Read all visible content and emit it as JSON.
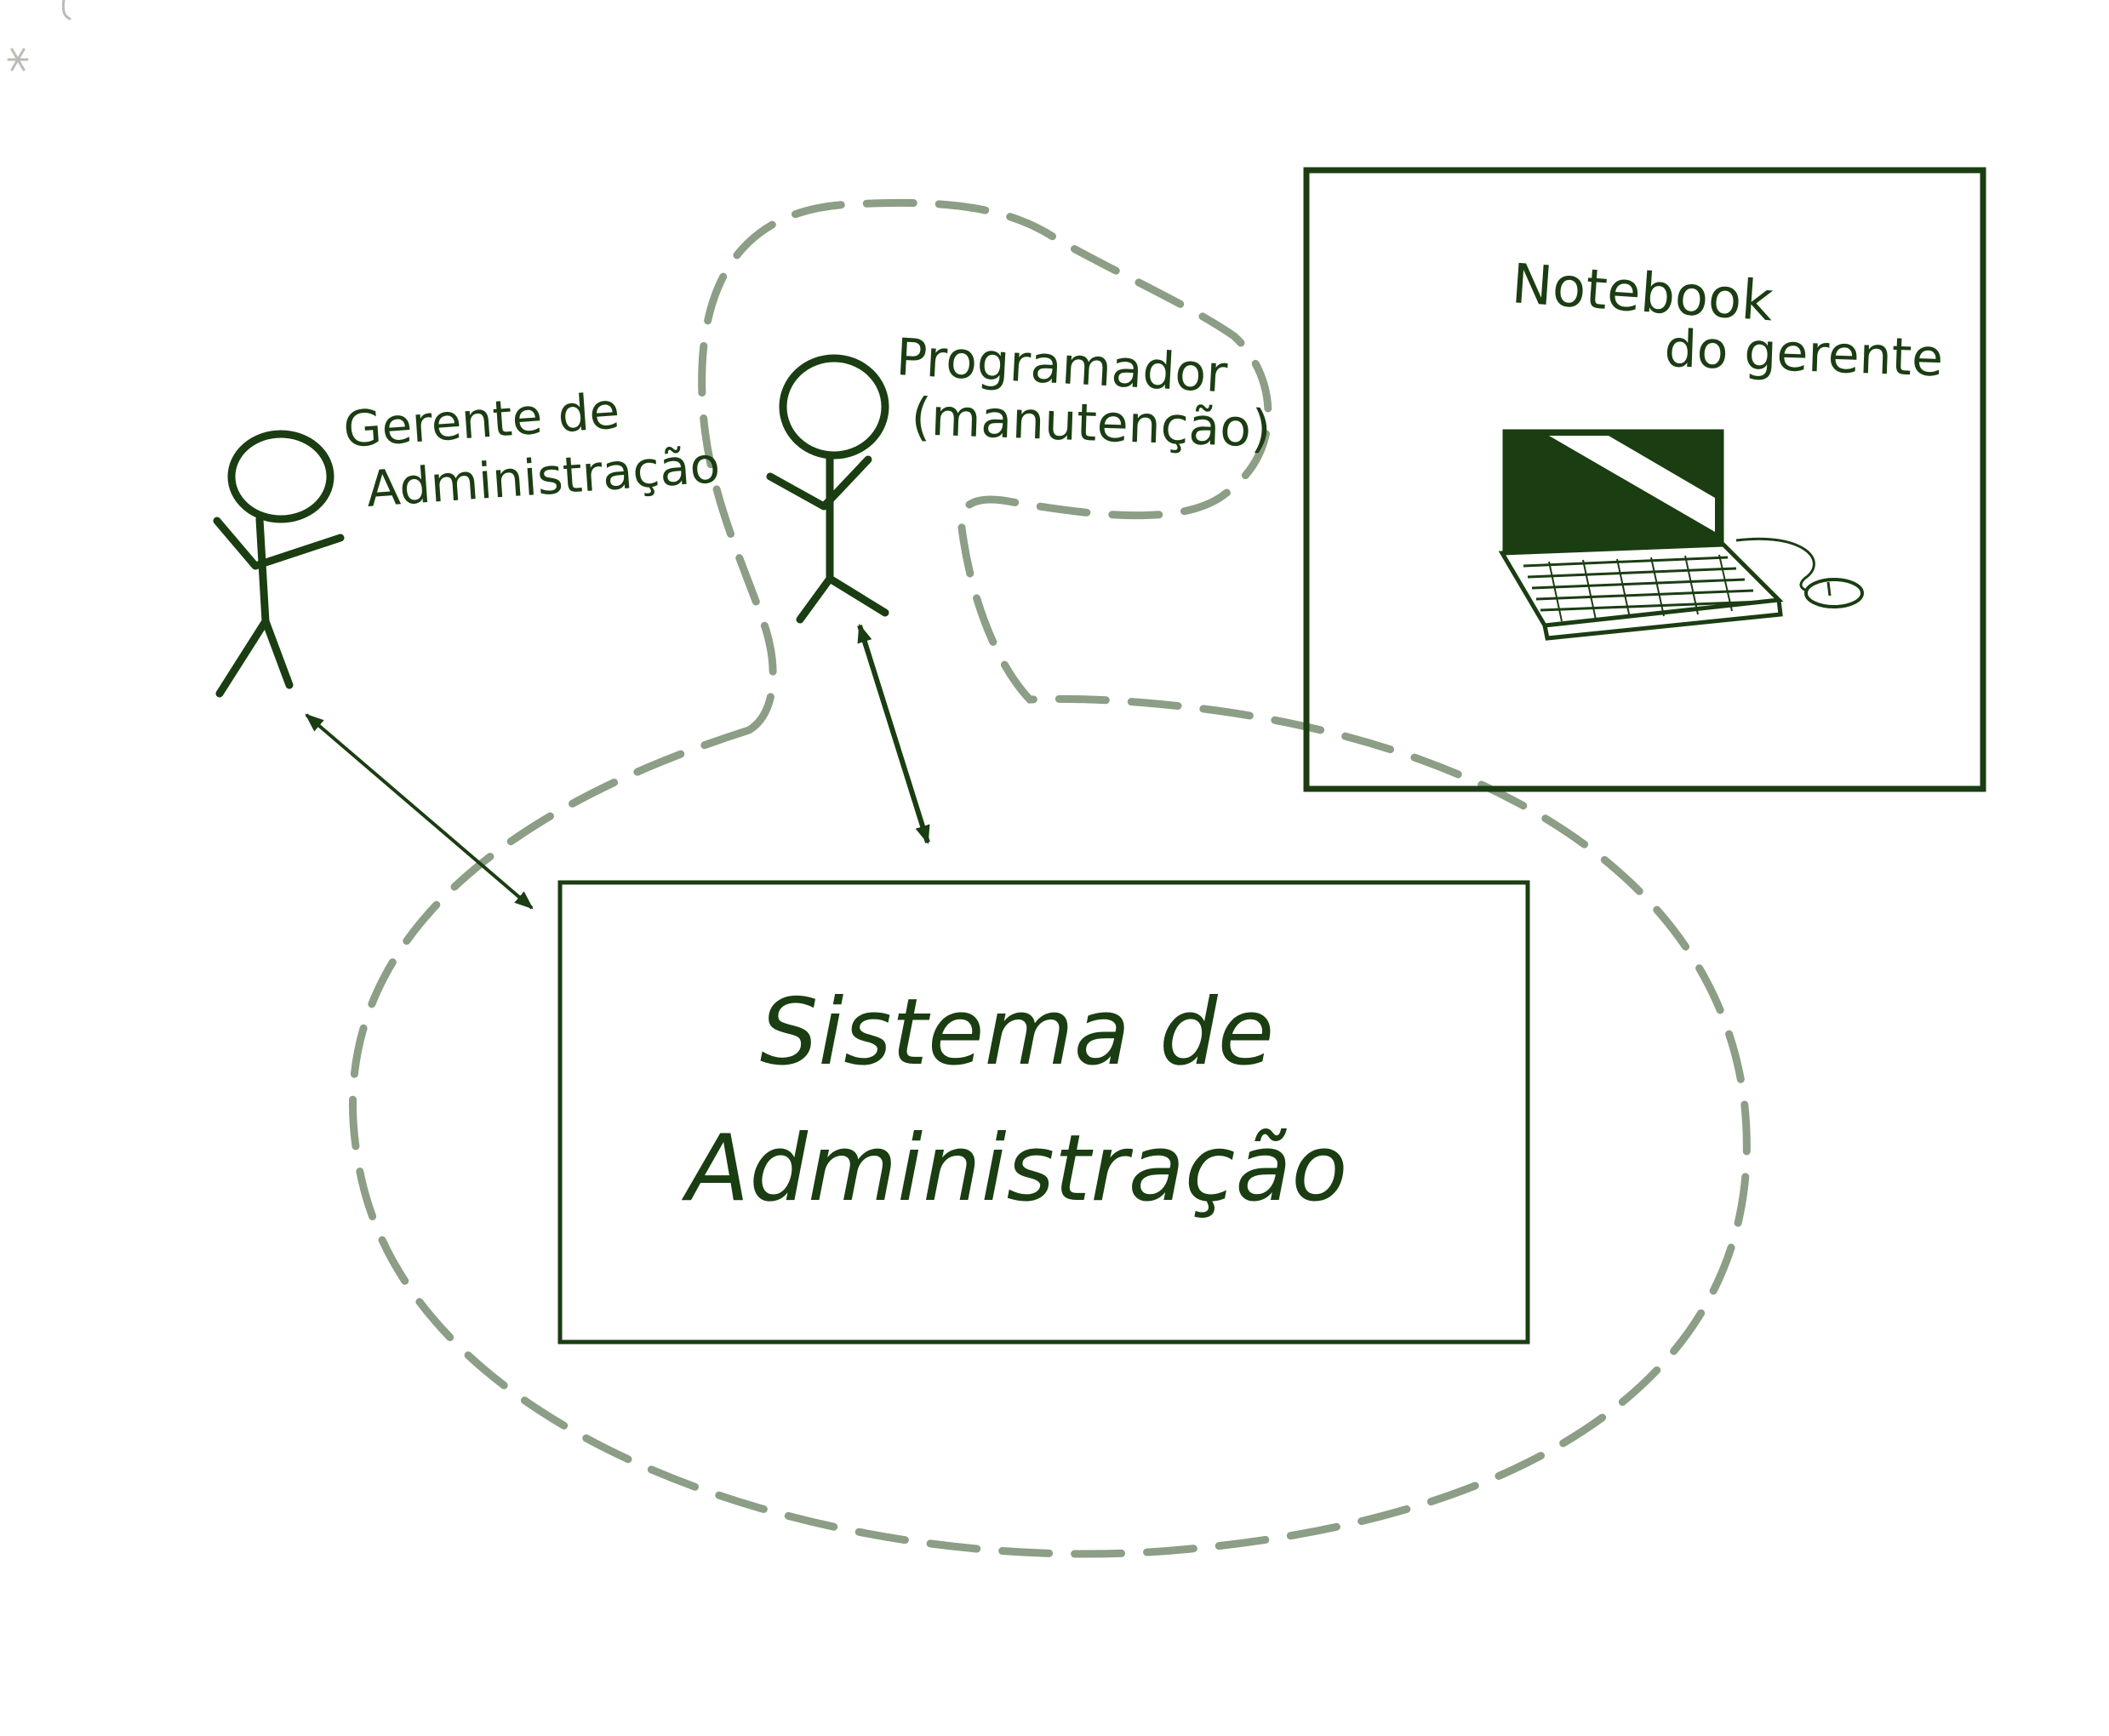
{
  "colors": {
    "ink": "#1a3d12",
    "boundary": "#8c9e86",
    "background": "#ffffff",
    "screen": "#1a3d12"
  },
  "actors": [
    {
      "label_line1": "Gerente de",
      "label_line2": "Administração",
      "icon": "stick-figure-icon"
    },
    {
      "label_line1": "Programador",
      "label_line2": "(manutenção)",
      "icon": "stick-figure-icon"
    }
  ],
  "system": {
    "label_line1": "Sistema de",
    "label_line2": "Administração"
  },
  "device": {
    "label_line1": "Notebook",
    "label_line2": "do gerente",
    "icon": "laptop-icon"
  },
  "connections": [
    {
      "from": "Gerente de Administração",
      "to": "Sistema de Administração",
      "style": "double-arrow"
    },
    {
      "from": "Programador",
      "to": "Sistema de Administração",
      "style": "double-arrow"
    }
  ],
  "boundary": {
    "style": "dashed",
    "icon": "dashed-boundary"
  }
}
